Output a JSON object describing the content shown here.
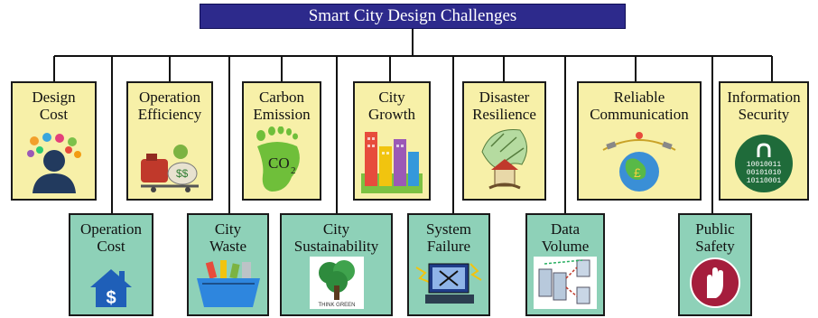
{
  "title": "Smart City Design Challenges",
  "colors": {
    "root_bg": "#2d2a8c",
    "top_box": "#f7f0a8",
    "bottom_box": "#8ed1b8",
    "line": "#111111"
  },
  "challenges": [
    {
      "label": "Design\nCost",
      "icon": "person-head-with-colorful-icons"
    },
    {
      "label": "Operation\nCost",
      "icon": "house-dollar-icon"
    },
    {
      "label": "Operation\nEfficiency",
      "icon": "money-jug-cart-icon"
    },
    {
      "label": "City\nWaste",
      "icon": "recycling-bin-icon"
    },
    {
      "label": "Carbon\nEmission",
      "icon": "co2-footprint-icon"
    },
    {
      "label": "City\nSustainability",
      "icon": "think-green-tree-icon",
      "icon_text": "THINK GREEN"
    },
    {
      "label": "City\nGrowth",
      "icon": "city-buildings-icon"
    },
    {
      "label": "System\nFailure",
      "icon": "broken-computer-icon"
    },
    {
      "label": "Disaster\nResilience",
      "icon": "storm-house-icon"
    },
    {
      "label": "Data\nVolume",
      "icon": "data-flow-servers-icon"
    },
    {
      "label": "Reliable\nCommunication",
      "icon": "globe-satellite-icon"
    },
    {
      "label": "Public\nSafety",
      "icon": "safety-glove-icon"
    },
    {
      "label": "Information\nSecurity",
      "icon": "binary-lock-icon",
      "icon_text": [
        "10010011",
        "00101010",
        "10110001"
      ]
    }
  ]
}
